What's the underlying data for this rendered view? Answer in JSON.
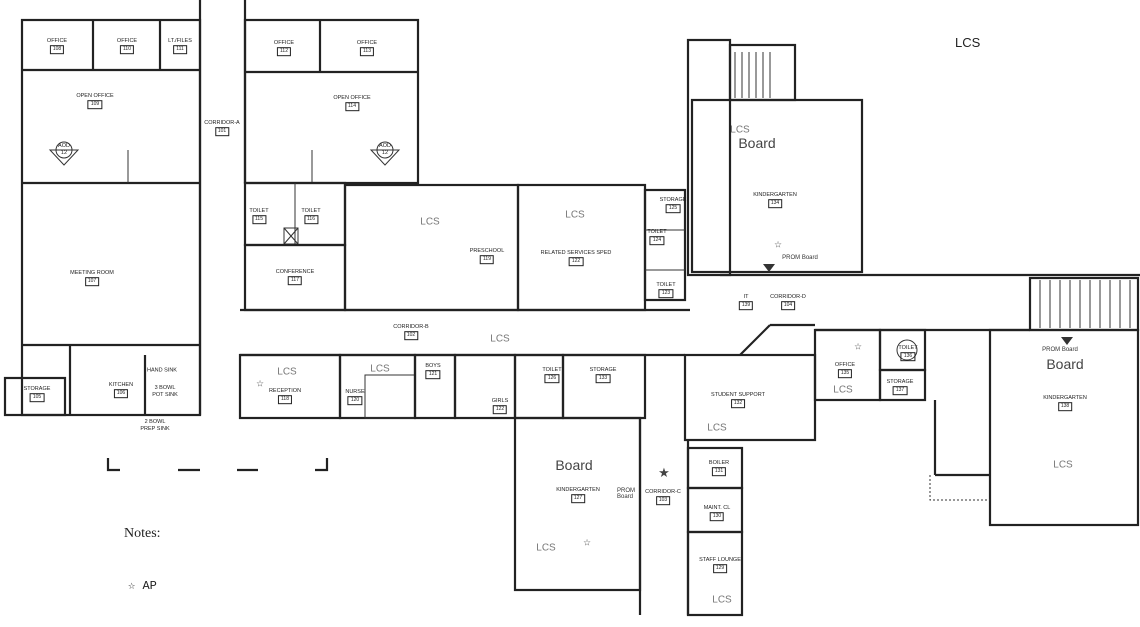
{
  "title": "LCS",
  "notes_label": "Notes:",
  "legend": {
    "symbol": "☆",
    "label": "AP"
  },
  "tags": {
    "lcs": "LCS",
    "board": "Board",
    "prom_board": "PROM Board"
  },
  "rooms": [
    {
      "name": "OFFICE",
      "number": "108"
    },
    {
      "name": "OFFICE",
      "number": "110"
    },
    {
      "name": "LT./FILES",
      "number": "111"
    },
    {
      "name": "OFFICE",
      "number": "112"
    },
    {
      "name": "OFFICE",
      "number": "113"
    },
    {
      "name": "OPEN OFFICE",
      "number": "109"
    },
    {
      "name": "OPEN OFFICE",
      "number": "114"
    },
    {
      "name": "CORRIDOR-A",
      "number": "101"
    },
    {
      "name": "TOILET",
      "number": "115"
    },
    {
      "name": "TOILET",
      "number": "116"
    },
    {
      "name": "CONFERENCE",
      "number": "117"
    },
    {
      "name": "MEETING ROOM",
      "number": "107"
    },
    {
      "name": "STORAGE",
      "number": "105"
    },
    {
      "name": "KITCHEN",
      "number": "106"
    },
    {
      "name": "PRESCHOOL",
      "number": "119"
    },
    {
      "name": "RELATED SERVICES SPED",
      "number": "122"
    },
    {
      "name": "STORAGE",
      "number": "125"
    },
    {
      "name": "TOILET",
      "number": "124"
    },
    {
      "name": "TOILET",
      "number": "123"
    },
    {
      "name": "CORRIDOR-B",
      "number": "102"
    },
    {
      "name": "RECEPTION",
      "number": "118"
    },
    {
      "name": "NURSE",
      "number": "120"
    },
    {
      "name": "BOYS",
      "number": "121"
    },
    {
      "name": "GIRLS",
      "number": "122"
    },
    {
      "name": "TOILET",
      "number": "126"
    },
    {
      "name": "STORAGE",
      "number": "133"
    },
    {
      "name": "KINDERGARTEN",
      "number": "134"
    },
    {
      "name": "CORRIDOR-D",
      "number": "104"
    },
    {
      "name": "IT",
      "number": "139"
    },
    {
      "name": "STUDENT SUPPORT",
      "number": "132"
    },
    {
      "name": "KINDERGARTEN",
      "number": "127"
    },
    {
      "name": "CORRIDOR-C",
      "number": "103"
    },
    {
      "name": "BOILER",
      "number": "131"
    },
    {
      "name": "MAINT. CL",
      "number": "130"
    },
    {
      "name": "STAFF LOUNGE",
      "number": "129"
    },
    {
      "name": "OFFICE",
      "number": "135"
    },
    {
      "name": "TOILET",
      "number": "136"
    },
    {
      "name": "STORAGE",
      "number": "137"
    },
    {
      "name": "KINDERGARTEN",
      "number": "138"
    }
  ],
  "fixtures": {
    "hand_sink": "HAND SINK",
    "pot_sink": "3 BOWL POT SINK",
    "prep_sink": "2 BOWL PREP SINK",
    "aod": "AOD",
    "aod_num": "12"
  }
}
